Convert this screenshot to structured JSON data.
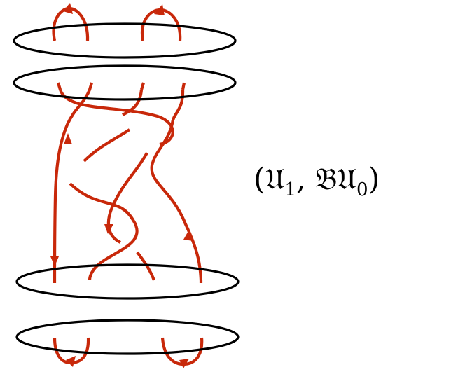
{
  "formula": {
    "open_paren": "(",
    "u_symbol_1": "𝔘",
    "sub_1": "1",
    "comma": ", ",
    "b_symbol": "𝔅",
    "u_symbol_2": "𝔘",
    "sub_0": "0",
    "close_paren": ")"
  },
  "colors": {
    "strand": "#c8280a",
    "disk": "#000000"
  }
}
